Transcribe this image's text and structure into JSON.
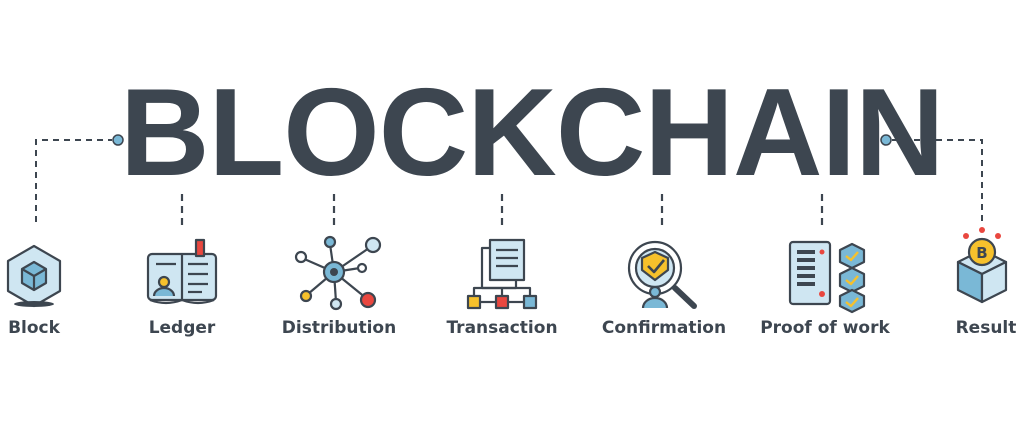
{
  "title": "BLOCKCHAIN",
  "colors": {
    "dark": "#3d4650",
    "blue": "#7ab8d6",
    "light_blue": "#cfe6f2",
    "red": "#e9473f",
    "yellow": "#f6c12c",
    "white": "#ffffff"
  },
  "steps": [
    {
      "label": "Block",
      "icon": "cube-icon"
    },
    {
      "label": "Ledger",
      "icon": "ledger-book-icon"
    },
    {
      "label": "Distribution",
      "icon": "network-nodes-icon"
    },
    {
      "label": "Transaction",
      "icon": "documents-flow-icon"
    },
    {
      "label": "Confirmation",
      "icon": "magnifier-check-icon"
    },
    {
      "label": "Proof of work",
      "icon": "server-blocks-icon"
    },
    {
      "label": "Result",
      "icon": "bitcoin-box-icon"
    }
  ]
}
